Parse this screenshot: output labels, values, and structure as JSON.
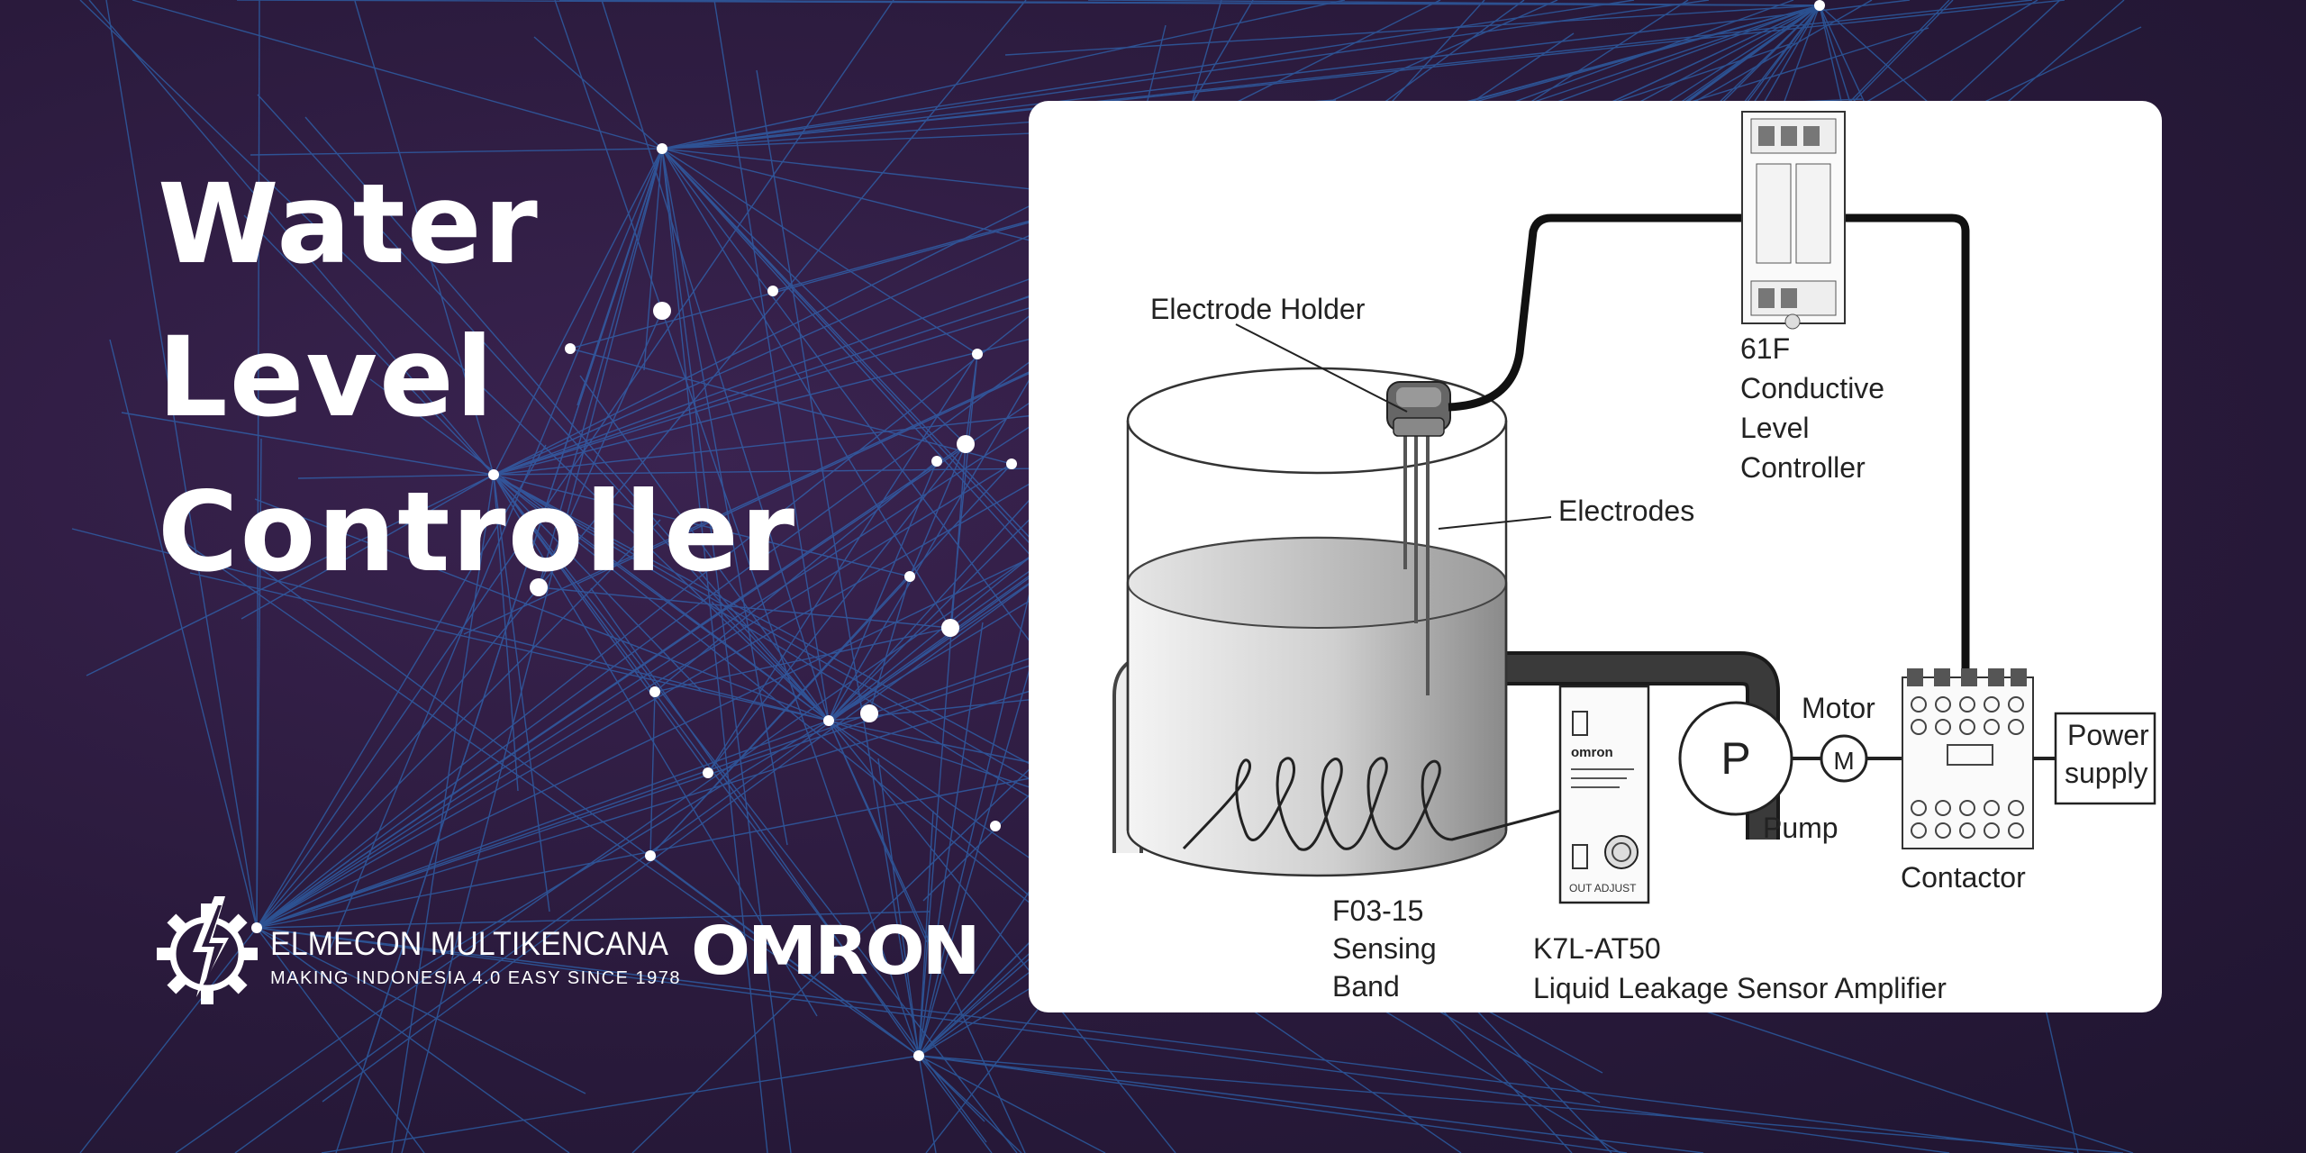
{
  "title": {
    "lines": [
      "Water",
      "Level",
      "Controller"
    ]
  },
  "brand": {
    "elmecon_name": "ELMECON MULTIKENCANA",
    "elmecon_tagline": "MAKING INDONESIA 4.0 EASY SINCE 1978",
    "omron": "OMRON"
  },
  "diagram": {
    "labels": {
      "electrode_holder": "Electrode Holder",
      "electrodes": "Electrodes",
      "controller": [
        "61F",
        "Conductive",
        "Level",
        "Controller"
      ],
      "motor": "Motor",
      "pump": "Pump",
      "pump_symbol": "P",
      "motor_symbol": "M",
      "contactor": "Contactor",
      "power_supply": [
        "Power",
        "supply"
      ],
      "sensing_band": [
        "F03-15",
        "Sensing",
        "Band"
      ],
      "amplifier": [
        "K7L-AT50",
        "Liquid Leakage Sensor Amplifier"
      ],
      "amp_brand": "omron",
      "amp_adjust": "OUT ADJUST"
    }
  }
}
